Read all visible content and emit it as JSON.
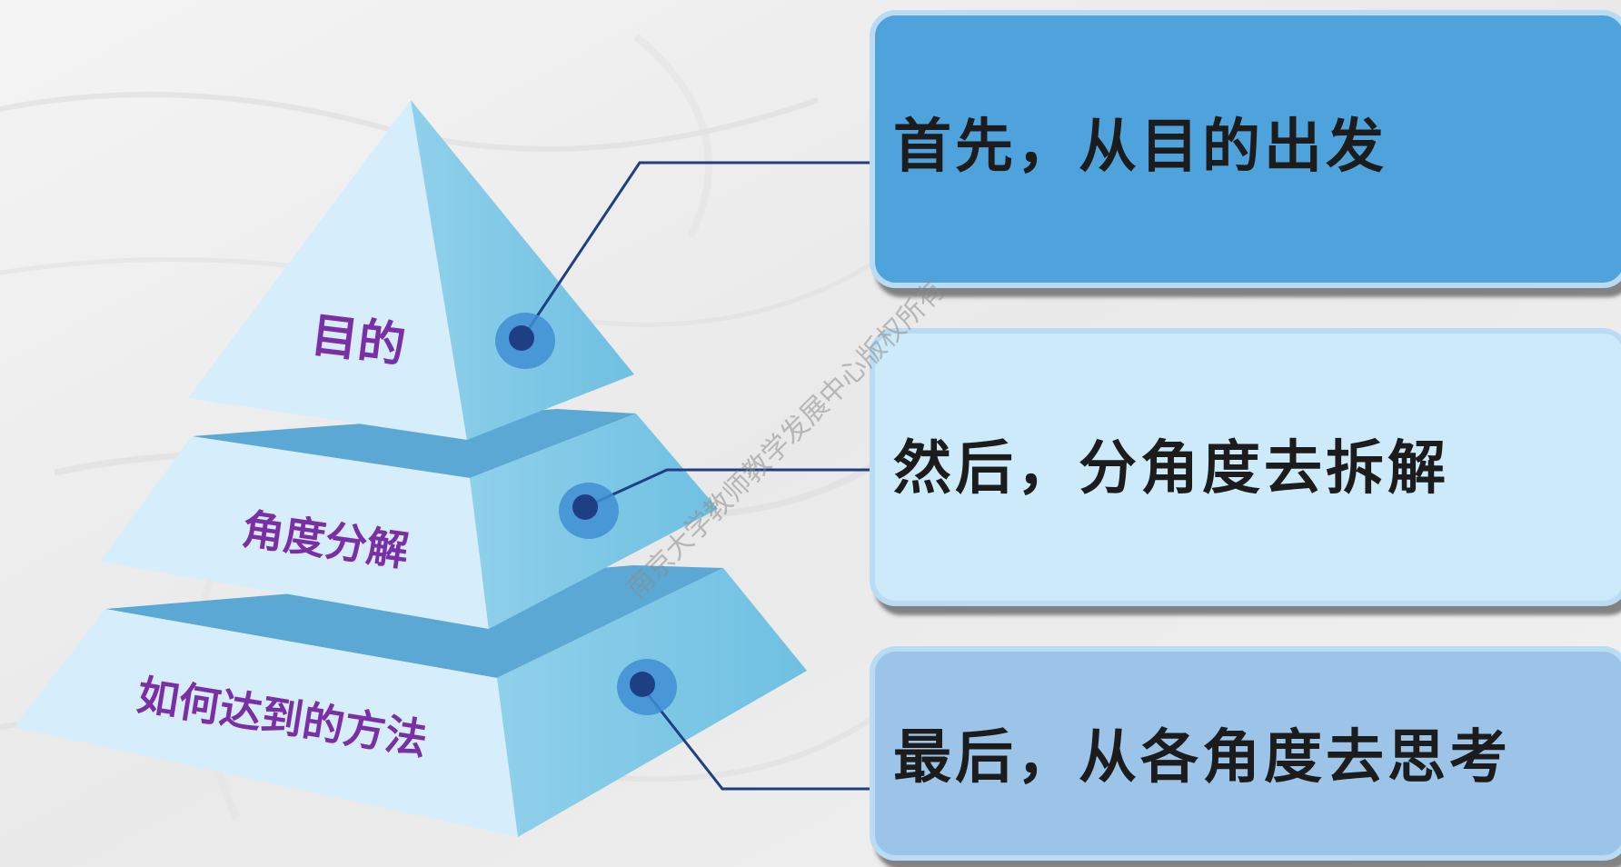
{
  "pyramid": {
    "levels": [
      {
        "label": "目的"
      },
      {
        "label": "角度分解"
      },
      {
        "label": "如何达到的方法"
      }
    ]
  },
  "steps": [
    {
      "text": "首先，从目的出发"
    },
    {
      "text": "然后，分角度去拆解"
    },
    {
      "text": "最后，从各角度去思考"
    }
  ],
  "watermark": {
    "text": "南京大学教师教学发展中心版权所有"
  },
  "colors": {
    "pyramid_light": "#d4ecfb",
    "pyramid_mid": "#85cbe7",
    "pyramid_dark": "#5fadd6",
    "label_purple": "#7a2fa6",
    "connector": "#1f3f85",
    "box1_fill": "#4fa3dd",
    "box2_fill": "#cdeafb",
    "box3_fill": "#9bc4e8",
    "box_border": "#b9dcf4"
  }
}
